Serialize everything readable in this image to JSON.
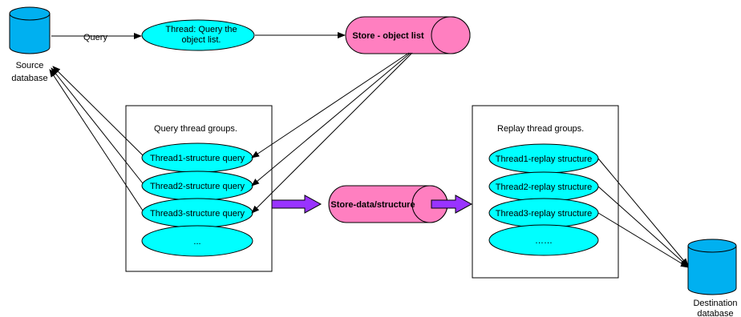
{
  "diagram": {
    "colors": {
      "cyan": "#00ffff",
      "database_blue": "#00b0f0",
      "store_pink": "#ff7fc0",
      "transfer_arrow": "#9933ff",
      "border": "#000000"
    },
    "source_db": {
      "label_line1": "Source",
      "label_line2": "database"
    },
    "dest_db": {
      "label_line1": "Destination",
      "label_line2": "database"
    },
    "query_label": "Query",
    "thread_query": {
      "line1": "Thread: Query the",
      "line2": "object list."
    },
    "store_object_list": "Store - object list",
    "query_group": {
      "title": "Query thread groups.",
      "threads": [
        "Thread1-structure query",
        "Thread2-structure query",
        "Thread3-structure query",
        "..."
      ]
    },
    "store_data": "Store-data/structure",
    "replay_group": {
      "title": "Replay thread groups.",
      "threads": [
        "Thread1-replay structure",
        "Thread2-replay structure",
        "Thread3-replay structure",
        "……"
      ]
    }
  }
}
